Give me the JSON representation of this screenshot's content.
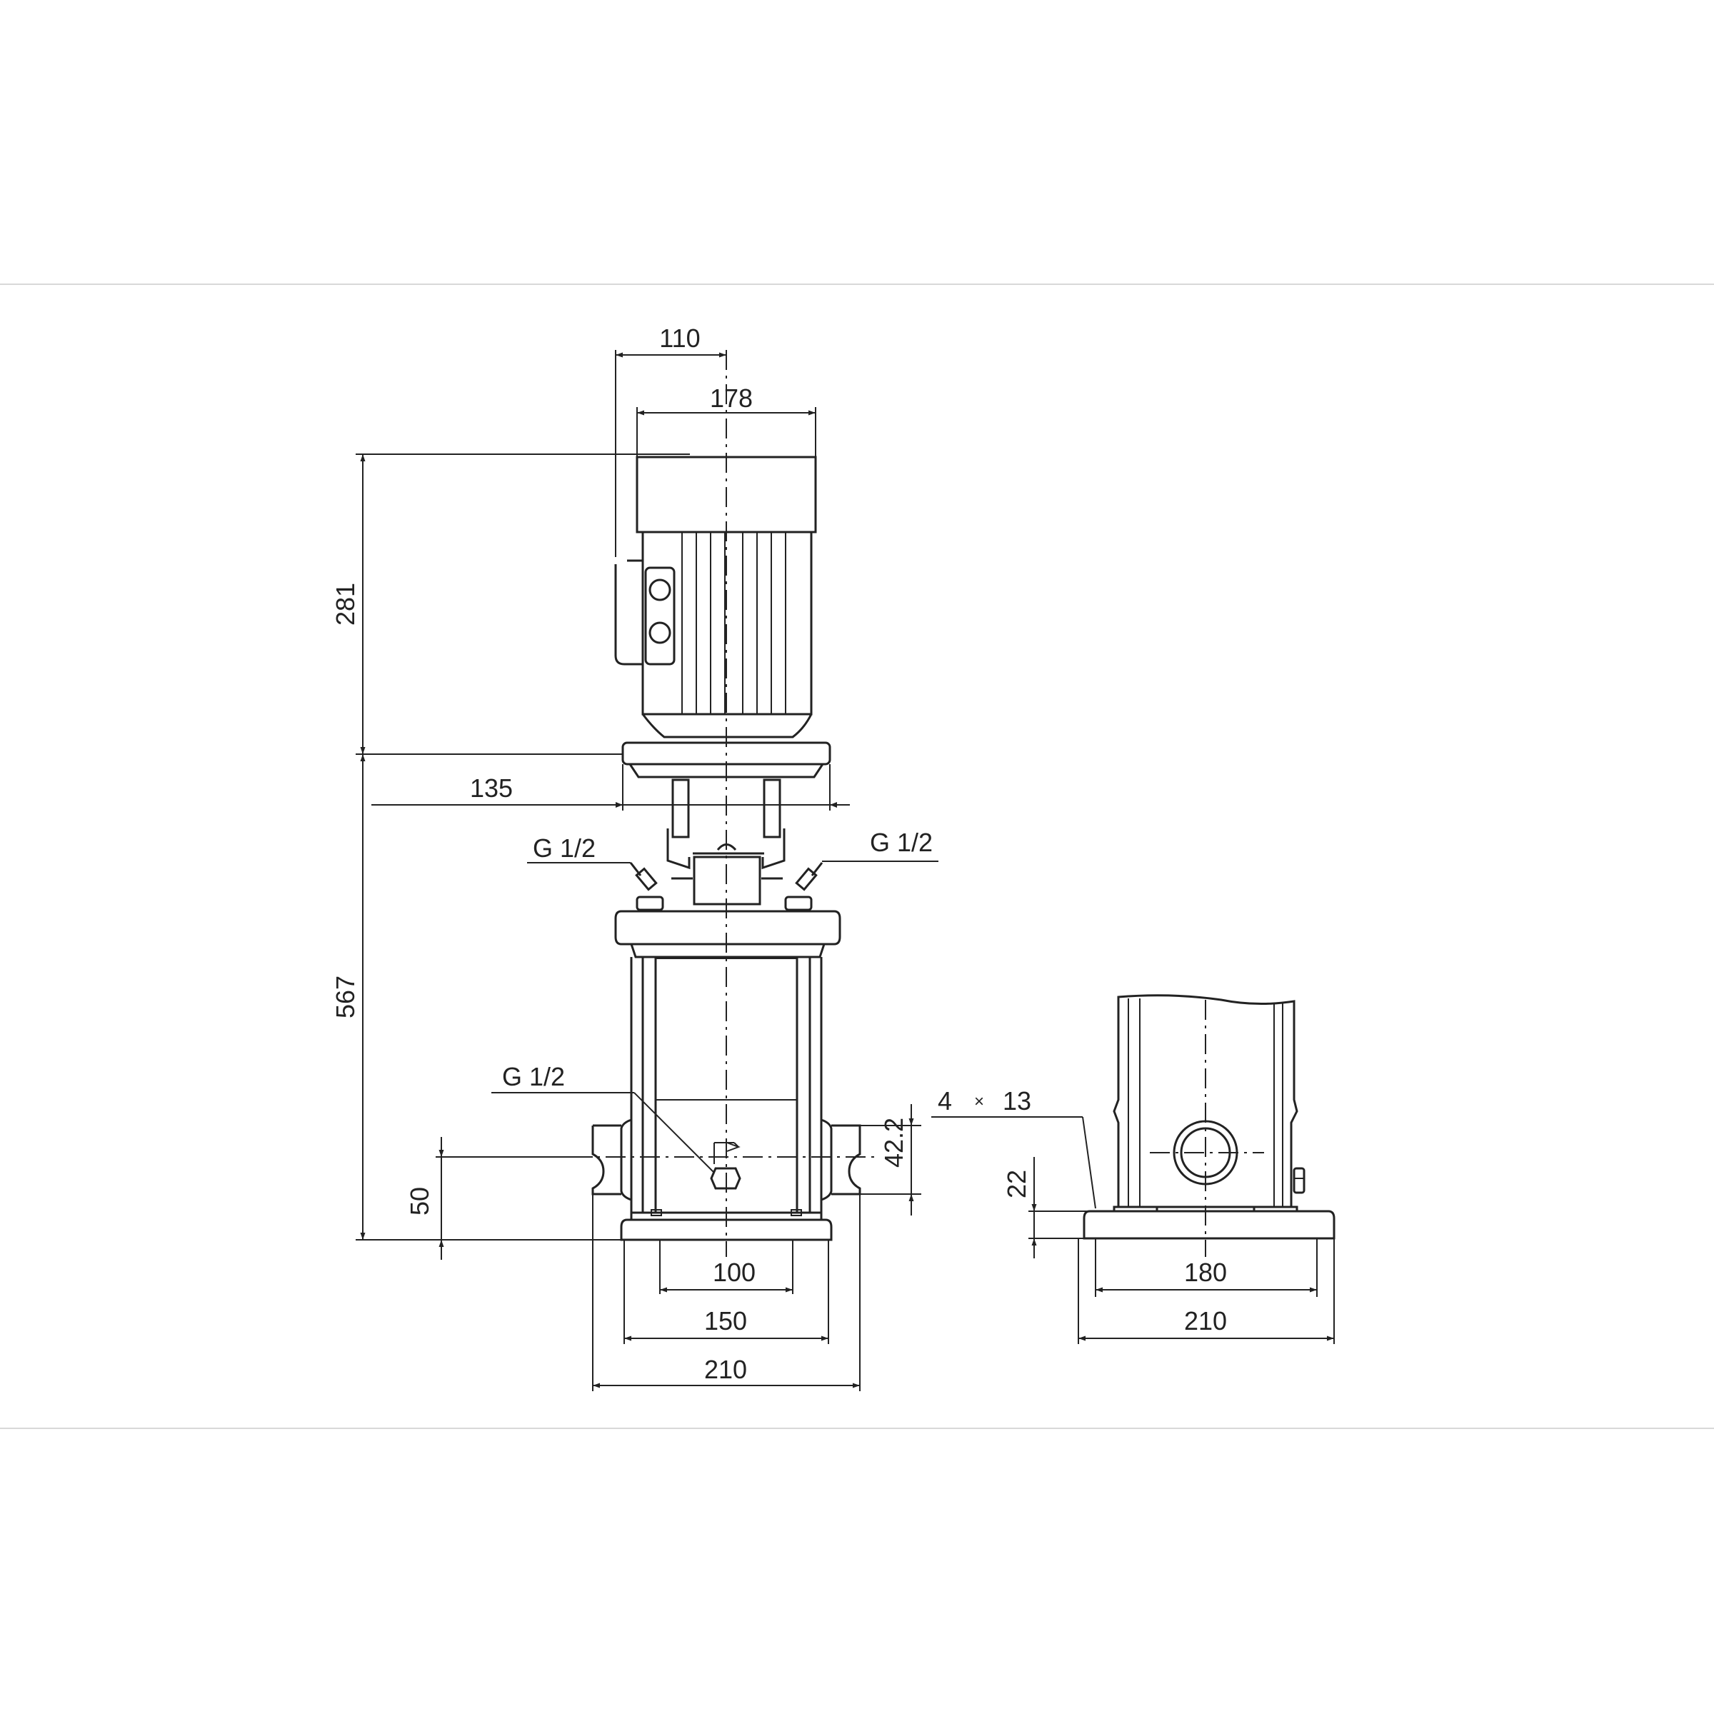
{
  "dimensions": {
    "motor_offset": "110",
    "motor_width": "178",
    "motor_height": "281",
    "pump_height": "567",
    "flange_width": "135",
    "port_left": "G 1/2",
    "port_right": "G 1/2",
    "drain_port": "G 1/2",
    "inlet_height": "50",
    "flange_offset": "42.2",
    "base_inner": "100",
    "base_mid": "150",
    "base_outer": "210",
    "side_holes_count": "4",
    "side_holes_times": "×",
    "side_holes_diameter": "13",
    "side_foot_height": "22",
    "side_base_inner": "180",
    "side_base_outer": "210"
  }
}
